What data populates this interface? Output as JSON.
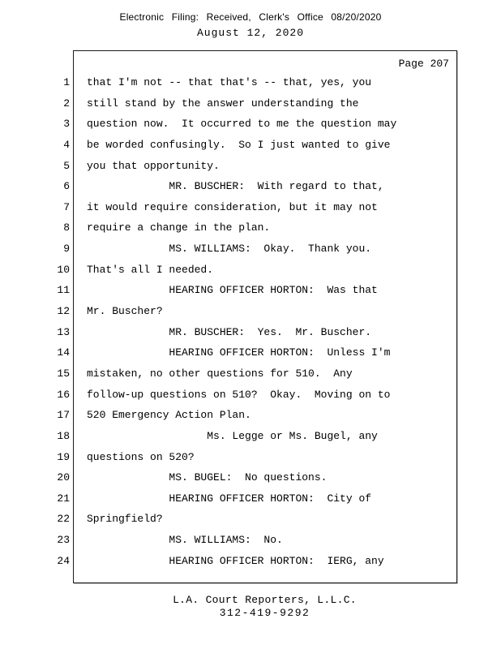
{
  "header": {
    "filing_line": "Electronic Filing: Received, Clerk's Office 08/20/2020",
    "date_line": "August 12, 2020"
  },
  "page_label": "Page 207",
  "transcript": {
    "lines": [
      {
        "num": "1",
        "text": "that I'm not -- that that's -- that, yes, you"
      },
      {
        "num": "2",
        "text": "still stand by the answer understanding the"
      },
      {
        "num": "3",
        "text": "question now.  It occurred to me the question may"
      },
      {
        "num": "4",
        "text": "be worded confusingly.  So I just wanted to give"
      },
      {
        "num": "5",
        "text": "you that opportunity."
      },
      {
        "num": "6",
        "text": "             MR. BUSCHER:  With regard to that,"
      },
      {
        "num": "7",
        "text": "it would require consideration, but it may not"
      },
      {
        "num": "8",
        "text": "require a change in the plan."
      },
      {
        "num": "9",
        "text": "             MS. WILLIAMS:  Okay.  Thank you."
      },
      {
        "num": "10",
        "text": "That's all I needed."
      },
      {
        "num": "11",
        "text": "             HEARING OFFICER HORTON:  Was that"
      },
      {
        "num": "12",
        "text": "Mr. Buscher?"
      },
      {
        "num": "13",
        "text": "             MR. BUSCHER:  Yes.  Mr. Buscher."
      },
      {
        "num": "14",
        "text": "             HEARING OFFICER HORTON:  Unless I'm"
      },
      {
        "num": "15",
        "text": "mistaken, no other questions for 510.  Any"
      },
      {
        "num": "16",
        "text": "follow-up questions on 510?  Okay.  Moving on to"
      },
      {
        "num": "17",
        "text": "520 Emergency Action Plan."
      },
      {
        "num": "18",
        "text": "                   Ms. Legge or Ms. Bugel, any"
      },
      {
        "num": "19",
        "text": "questions on 520?"
      },
      {
        "num": "20",
        "text": "             MS. BUGEL:  No questions."
      },
      {
        "num": "21",
        "text": "             HEARING OFFICER HORTON:  City of"
      },
      {
        "num": "22",
        "text": "Springfield?"
      },
      {
        "num": "23",
        "text": "             MS. WILLIAMS:  No."
      },
      {
        "num": "24",
        "text": "             HEARING OFFICER HORTON:  IERG, any"
      }
    ]
  },
  "footer": {
    "company": "L.A. Court Reporters, L.L.C.",
    "phone": "312-419-9292"
  }
}
